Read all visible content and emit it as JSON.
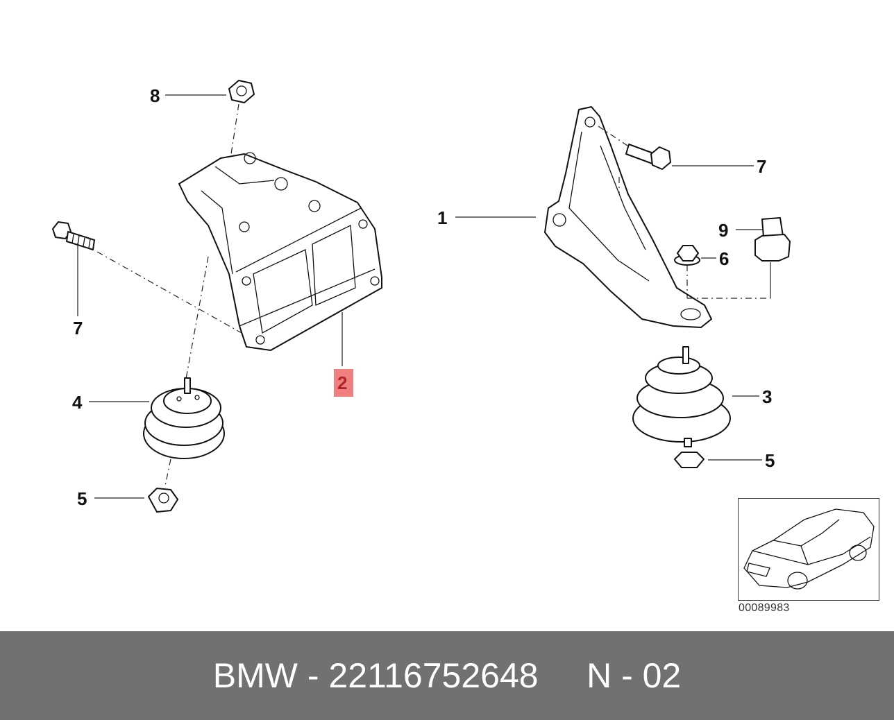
{
  "diagram": {
    "callouts": {
      "c1": "1",
      "c2": "2",
      "c3": "3",
      "c4": "4",
      "c5a": "5",
      "c5b": "5",
      "c6": "6",
      "c7a": "7",
      "c7b": "7",
      "c8": "8",
      "c9": "9"
    },
    "highlight_color": "#f08080",
    "inset_code": "00089983"
  },
  "footer": {
    "brand": "BMW",
    "sep1": " - ",
    "part_number": "22116752648",
    "gap": "     ",
    "ref": "N - 02",
    "background": "#717171"
  }
}
